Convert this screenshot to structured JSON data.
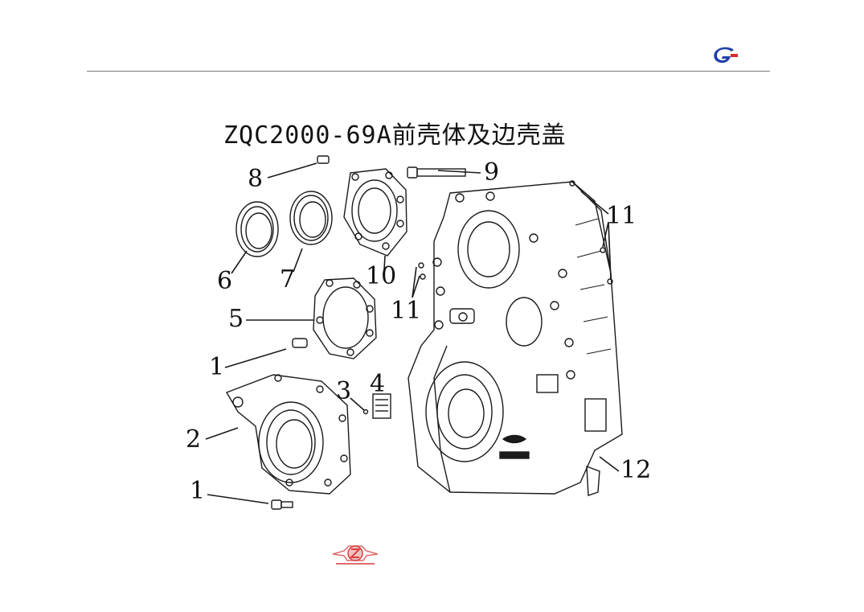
{
  "header": {
    "logo_icon": "brand-g-logo-icon",
    "accent_color": "#1f3fa8"
  },
  "title": {
    "model": "ZQC2000-69A",
    "name": "前壳体及边壳盖"
  },
  "callouts": [
    {
      "id": "8",
      "label": "8"
    },
    {
      "id": "9",
      "label": "9"
    },
    {
      "id": "11a",
      "label": "11"
    },
    {
      "id": "6",
      "label": "6"
    },
    {
      "id": "7",
      "label": "7"
    },
    {
      "id": "10",
      "label": "10"
    },
    {
      "id": "11b",
      "label": "11"
    },
    {
      "id": "5",
      "label": "5"
    },
    {
      "id": "1a",
      "label": "1"
    },
    {
      "id": "3",
      "label": "3"
    },
    {
      "id": "4",
      "label": "4"
    },
    {
      "id": "2",
      "label": "2"
    },
    {
      "id": "12",
      "label": "12"
    },
    {
      "id": "1b",
      "label": "1"
    }
  ],
  "footer": {
    "logo_icon": "brand-z-emblem-icon",
    "logo_color": "#d94040"
  }
}
